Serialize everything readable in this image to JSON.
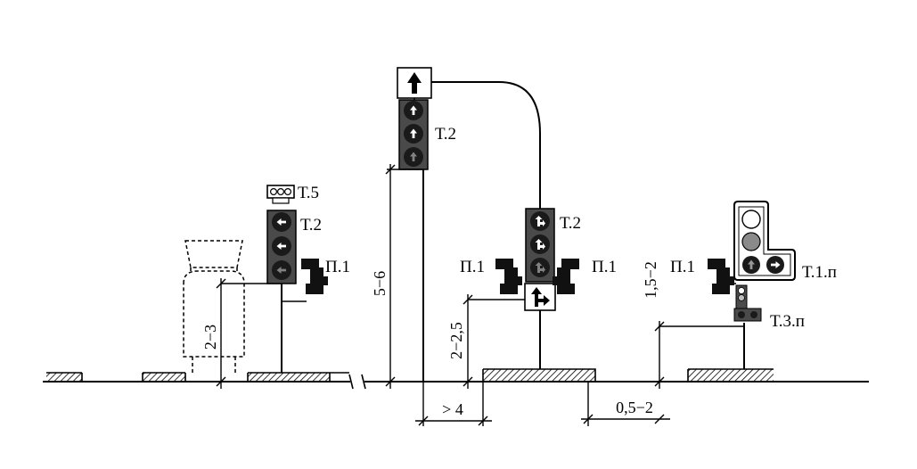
{
  "labels": {
    "left_t5": "Т.5",
    "left_t2": "Т.2",
    "left_p1": "П.1",
    "tall_t2": "Т.2",
    "mid_t2": "Т.2",
    "mid_p1_left": "П.1",
    "mid_p1_right": "П.1",
    "right_p1": "П.1",
    "right_t1p": "Т.1.п",
    "right_t3p": "Т.3.п"
  },
  "dimensions": {
    "left_height": "2−3",
    "tall_height": "5−6",
    "mid_height": "2−2,5",
    "right_height": "1,5−2",
    "tall_offset": "> 4",
    "right_offset": "0,5−2"
  },
  "colors": {
    "line": "#000000",
    "housing": "#4a4a4a",
    "lamp_dark": "#1a1a1a",
    "lamp_grey": "#8a8a8a",
    "hatch": "#000000"
  },
  "icons": {
    "arrow_up_sign": "arrow-up-icon",
    "arrow_left": "arrow-left-icon",
    "arrow_up_right": "arrow-up-right-icon",
    "pedestrian_signal": "pedestrian-signal-icon"
  }
}
